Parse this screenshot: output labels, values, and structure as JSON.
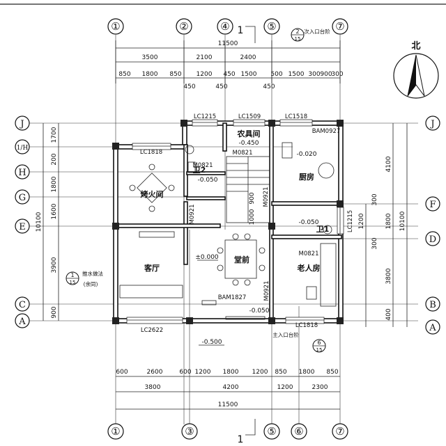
{
  "axes_top": [
    "①",
    "②",
    "④",
    "⑤",
    "⑦"
  ],
  "axes_bottom": [
    "①",
    "③",
    "⑤",
    "⑥",
    "⑦"
  ],
  "axes_left": [
    "J",
    "1/H",
    "H",
    "G",
    "E",
    "C",
    "A"
  ],
  "axes_right": [
    "J",
    "F",
    "D",
    "B",
    "A"
  ],
  "dims": {
    "top_total": "11500",
    "top_mid": [
      "3500",
      "2100",
      "2400"
    ],
    "top_fine": [
      "850",
      "1800",
      "850",
      "1200",
      "450",
      "1500",
      "500",
      "1500",
      "300",
      "900",
      "300"
    ],
    "top_small": [
      "450",
      "450",
      "450"
    ],
    "bottom_fine": [
      "600",
      "2600",
      "600",
      "1200",
      "1800",
      "1200",
      "850",
      "1800",
      "850"
    ],
    "bottom_mid": [
      "3800",
      "4200",
      "1200",
      "2300"
    ],
    "bottom_total": "11500",
    "left_fine": [
      "1700",
      "200",
      "1800",
      "1600",
      "3900",
      "900"
    ],
    "left_total": "10100",
    "right_fine": [
      "300",
      "1200",
      "300",
      "3800",
      "400"
    ],
    "right_mid": [
      "4100",
      "1800"
    ],
    "right_total": "10100",
    "inner": [
      "900",
      "1000"
    ]
  },
  "rooms": {
    "farm": "农具间",
    "kitchen": "厨房",
    "wc2": "卫2",
    "wc1": "卫1",
    "fire": "烤火间",
    "dining": "堂前",
    "living": "客厅",
    "elder": "老人房"
  },
  "codes": {
    "lc1215_top": "LC1215",
    "lc1509": "LC1509",
    "lc1518": "LC1518",
    "bam0927": "BAM0927",
    "lc1818_left": "LC1818",
    "m0821_farm": "M0821",
    "m0821_wc2": "M0821",
    "m0921_a": "M0921",
    "m0921_b": "M0921",
    "lc1215_right": "LC1215",
    "m0821_elder": "M0821",
    "m0921_c": "M0921",
    "bam1827": "BAM1827",
    "lc2622": "LC2622",
    "lc1818_bottom": "LC1818"
  },
  "elevations": {
    "farm": "-0.450",
    "wc2": "-0.050",
    "kitchen": "-0.020",
    "main": "±0.000",
    "wc1": "-0.050",
    "porch": "-0.050",
    "ground": "-0.500"
  },
  "notes": {
    "north": "北",
    "section": "1",
    "detail_top_num": "2",
    "detail_top_den": "15",
    "detail_top_text": "次入口台阶",
    "detail_left_num": "1",
    "detail_left_den": "15",
    "detail_left_text1": "推水做法",
    "detail_left_text2": "(余同)",
    "detail_bottom_num": "6",
    "detail_bottom_den": "15",
    "detail_bottom_text": "主入口台阶"
  }
}
